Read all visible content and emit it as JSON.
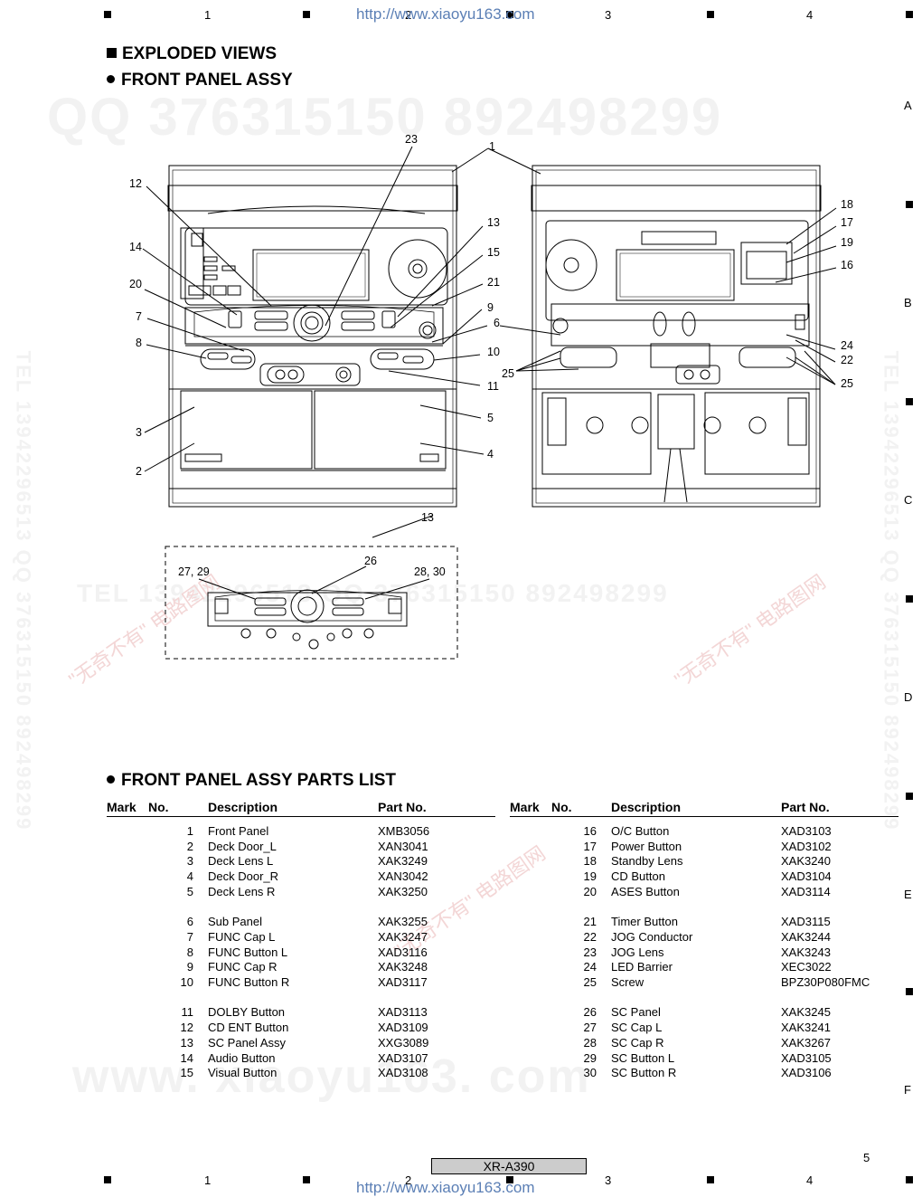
{
  "watermark": {
    "url": "http://www.xiaoyu163.com",
    "qq": "QQ 376315150   892498299",
    "tel_side": "TEL 13942296513   QQ 376315150   892498299",
    "site_big": "www. xiaoyu163. com",
    "cn_tag": "\"无奇不有\" 电路图网",
    "tel_mid": "TEL 13942296513   QQ 376315150   892498299"
  },
  "grid": {
    "columns": [
      "1",
      "2",
      "3",
      "4"
    ],
    "rows": [
      "A",
      "B",
      "C",
      "D",
      "E",
      "F"
    ]
  },
  "headings": {
    "section": "EXPLODED VIEWS",
    "sub": "FRONT PANEL ASSY",
    "list": "FRONT PANEL ASSY PARTS LIST"
  },
  "callouts": {
    "c23": "23",
    "c1": "1",
    "c12": "12",
    "c13a": "13",
    "c18": "18",
    "c17": "17",
    "c14": "14",
    "c15": "15",
    "c19": "19",
    "c16": "16",
    "c20": "20",
    "c21": "21",
    "c9": "9",
    "c7": "7",
    "c6": "6",
    "c8": "8",
    "c24": "24",
    "c22": "22",
    "c10": "10",
    "c25a": "25",
    "c25b": "25",
    "c11": "11",
    "c3": "3",
    "c5": "5",
    "c4": "4",
    "c2": "2",
    "c13b": "13",
    "c26": "26",
    "c2729": "27, 29",
    "c2830": "28, 30"
  },
  "table_headers": {
    "mark": "Mark",
    "no": "No.",
    "desc": "Description",
    "part": "Part No."
  },
  "parts_left": [
    {
      "no": "1",
      "desc": "Front Panel",
      "part": "XMB3056"
    },
    {
      "no": "2",
      "desc": "Deck Door_L",
      "part": "XAN3041"
    },
    {
      "no": "3",
      "desc": "Deck Lens L",
      "part": "XAK3249"
    },
    {
      "no": "4",
      "desc": "Deck Door_R",
      "part": "XAN3042"
    },
    {
      "no": "5",
      "desc": "Deck Lens R",
      "part": "XAK3250"
    },
    {
      "no": "6",
      "desc": "Sub Panel",
      "part": "XAK3255"
    },
    {
      "no": "7",
      "desc": "FUNC Cap L",
      "part": "XAK3247"
    },
    {
      "no": "8",
      "desc": "FUNC Button L",
      "part": "XAD3116"
    },
    {
      "no": "9",
      "desc": "FUNC Cap R",
      "part": "XAK3248"
    },
    {
      "no": "10",
      "desc": "FUNC Button R",
      "part": "XAD3117"
    },
    {
      "no": "11",
      "desc": "DOLBY Button",
      "part": "XAD3113"
    },
    {
      "no": "12",
      "desc": "CD ENT Button",
      "part": "XAD3109"
    },
    {
      "no": "13",
      "desc": "SC Panel Assy",
      "part": "XXG3089"
    },
    {
      "no": "14",
      "desc": "Audio Button",
      "part": "XAD3107"
    },
    {
      "no": "15",
      "desc": "Visual Button",
      "part": "XAD3108"
    }
  ],
  "parts_right": [
    {
      "no": "16",
      "desc": "O/C Button",
      "part": "XAD3103"
    },
    {
      "no": "17",
      "desc": "Power Button",
      "part": "XAD3102"
    },
    {
      "no": "18",
      "desc": "Standby Lens",
      "part": "XAK3240"
    },
    {
      "no": "19",
      "desc": "CD Button",
      "part": "XAD3104"
    },
    {
      "no": "20",
      "desc": "ASES Button",
      "part": "XAD3114"
    },
    {
      "no": "21",
      "desc": "Timer Button",
      "part": "XAD3115"
    },
    {
      "no": "22",
      "desc": "JOG Conductor",
      "part": "XAK3244"
    },
    {
      "no": "23",
      "desc": "JOG Lens",
      "part": "XAK3243"
    },
    {
      "no": "24",
      "desc": "LED Barrier",
      "part": "XEC3022"
    },
    {
      "no": "25",
      "desc": "Screw",
      "part": "BPZ30P080FMC"
    },
    {
      "no": "26",
      "desc": "SC Panel",
      "part": "XAK3245"
    },
    {
      "no": "27",
      "desc": "SC Cap L",
      "part": "XAK3241"
    },
    {
      "no": "28",
      "desc": "SC Cap R",
      "part": "XAK3267"
    },
    {
      "no": "29",
      "desc": "SC Button L",
      "part": "XAD3105"
    },
    {
      "no": "30",
      "desc": "SC Button R",
      "part": "XAD3106"
    }
  ],
  "footer": {
    "model": "XR-A390",
    "page": "5"
  }
}
